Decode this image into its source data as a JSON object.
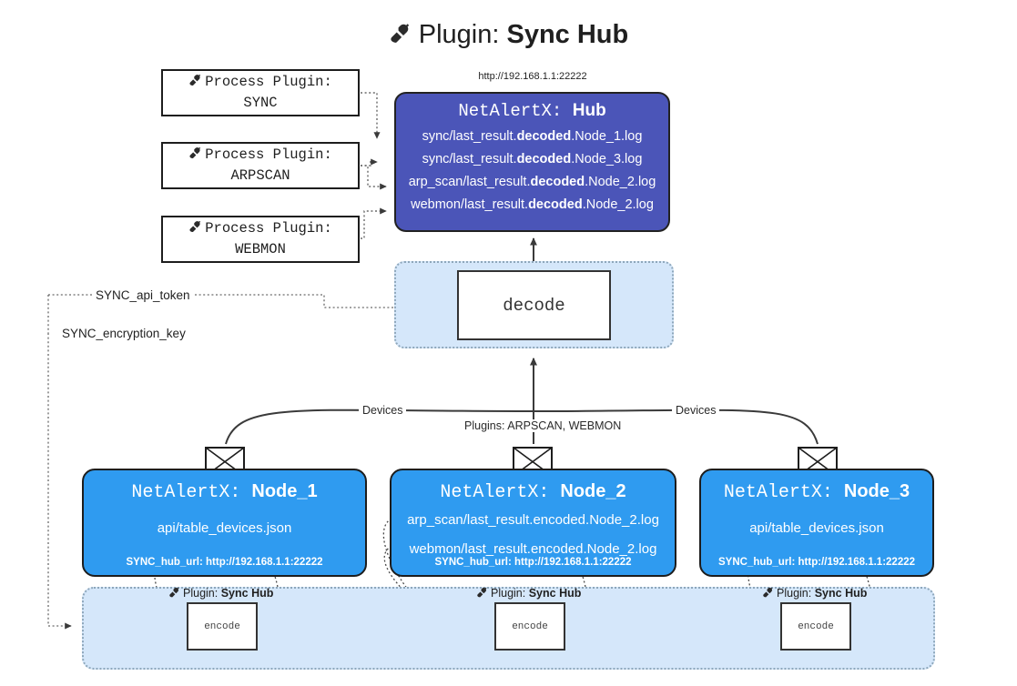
{
  "header": {
    "icon": "plug-icon",
    "label": "Plugin:",
    "value": "Sync Hub"
  },
  "hub": {
    "url": "http://192.168.1.1:22222",
    "title_prefix": "NetAlertX:",
    "title_name": "Hub",
    "logs": [
      {
        "pre": "sync/last_result.",
        "mid": "decoded",
        "post": ".Node_1.log"
      },
      {
        "pre": "sync/last_result.",
        "mid": "decoded",
        "post": ".Node_3.log"
      },
      {
        "pre": "arp_scan/last_result.",
        "mid": "decoded",
        "post": ".Node_2.log"
      },
      {
        "pre": "webmon/last_result.",
        "mid": "decoded",
        "post": ".Node_2.log"
      }
    ],
    "color": "#4b55b8"
  },
  "process_plugins": [
    {
      "icon": "plug-icon",
      "label": "Process Plugin:",
      "name": "SYNC"
    },
    {
      "icon": "plug-icon",
      "label": "Process Plugin:",
      "name": "ARPSCAN"
    },
    {
      "icon": "plug-icon",
      "label": "Process Plugin:",
      "name": "WEBMON"
    }
  ],
  "decode": {
    "label": "decode"
  },
  "tokens": [
    {
      "label": "SYNC_api_token"
    },
    {
      "label": "SYNC_encryption_key"
    }
  ],
  "edge_labels": {
    "devices_left": "Devices",
    "plugins_mid": "Plugins: ARPSCAN, WEBMON",
    "devices_right": "Devices"
  },
  "nodes": [
    {
      "icon": "envelope-icon",
      "title_prefix": "NetAlertX:",
      "title_name": "Node_1",
      "lines": [
        "api/table_devices.json"
      ],
      "url": "SYNC_hub_url: http://192.168.1.1:22222"
    },
    {
      "icon": "envelope-icon",
      "title_prefix": "NetAlertX:",
      "title_name": "Node_2",
      "lines": [
        "arp_scan/last_result.encoded.Node_2.log",
        "webmon/last_result.encoded.Node_2.log"
      ],
      "url": "SYNC_hub_url: http://192.168.1.1:22222"
    },
    {
      "icon": "envelope-icon",
      "title_prefix": "NetAlertX:",
      "title_name": "Node_3",
      "lines": [
        "api/table_devices.json"
      ],
      "url": "SYNC_hub_url: http://192.168.1.1:22222"
    }
  ],
  "encoders": [
    {
      "icon": "plug-icon",
      "label": "Plugin:",
      "value": "Sync Hub",
      "box": "encode"
    },
    {
      "icon": "plug-icon",
      "label": "Plugin:",
      "value": "Sync Hub",
      "box": "encode"
    },
    {
      "icon": "plug-icon",
      "label": "Plugin:",
      "value": "Sync Hub",
      "box": "encode"
    }
  ],
  "colors": {
    "hub": "#4b55b8",
    "node": "#2f9bf0",
    "container": "#d5e7fa",
    "container_border": "#8ea7bb",
    "stroke": "#333333"
  }
}
